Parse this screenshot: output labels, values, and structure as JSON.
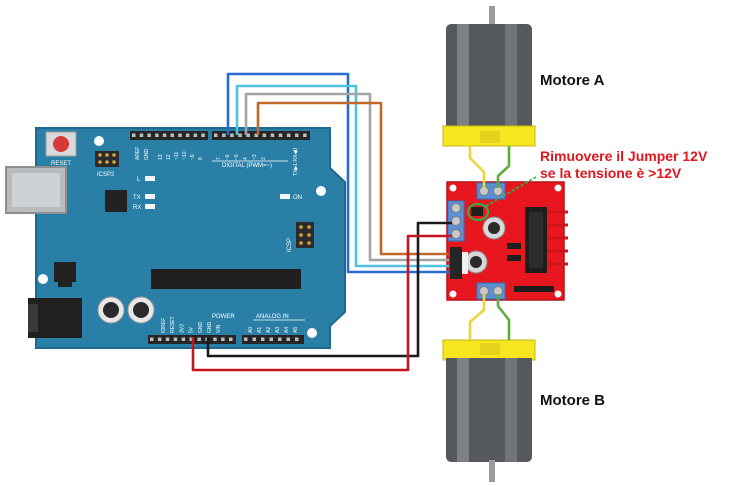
{
  "labels": {
    "motor_a": "Motore A",
    "motor_b": "Motore B",
    "warning_line1": "Rimuovere il Jumper 12V",
    "warning_line2": "se la tensione è >12V"
  },
  "arduino": {
    "reset": "RESET",
    "icsp2": "ICSP2",
    "icsp": "ICSP",
    "led_l": "L",
    "led_tx": "TX",
    "led_rx": "RX",
    "led_on": "ON",
    "digital": "DIGITAL (PWM=~)",
    "power": "POWER",
    "analog_in": "ANALOG IN",
    "aref": "AREF",
    "gnd": "GND",
    "txrx": "TX▶1  RX◀0",
    "top_pins": [
      "13",
      "12",
      "~11",
      "~10",
      "~9",
      "8",
      "7",
      "~6",
      "~5",
      "4",
      "~3",
      "2"
    ],
    "power_pins": [
      "IOREF",
      "RESET",
      "3V3",
      "5V",
      "GND",
      "GND",
      "VIN"
    ],
    "analog_pins": [
      "A0",
      "A1",
      "A2",
      "A3",
      "A4",
      "A5"
    ]
  },
  "colors": {
    "board": "#2a7fa6",
    "board_edge": "#1e6a8e",
    "driver": "#e8171f",
    "motor": "#55595e",
    "motor_cap": "#f5e61f",
    "warning": "#e0161f",
    "wire_blue": "#2a6bd1",
    "wire_cyan": "#4fc3dd",
    "wire_gray": "#9a9a9a",
    "wire_orange": "#c0682a",
    "wire_black": "#1a1a1a",
    "wire_red": "#c4161c",
    "wire_yellow": "#ecd43a",
    "wire_green": "#5cae3a",
    "highlight": "#2bb24c"
  }
}
